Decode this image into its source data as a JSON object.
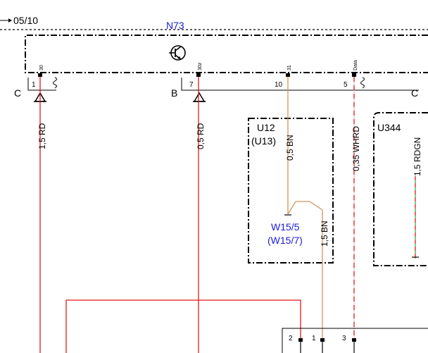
{
  "page_ref": "05/10",
  "module": {
    "name": "N73",
    "pins": [
      {
        "top": "30",
        "num": "1"
      },
      {
        "top": "30z",
        "num": "7"
      },
      {
        "top": "31",
        "num": "10"
      },
      {
        "top": "Data",
        "num": "5"
      }
    ]
  },
  "connectors": {
    "left": "C",
    "mid": "B",
    "right": "C"
  },
  "wires": {
    "w1": "1,5 RD",
    "w2": "0,5 RD",
    "w3": "0,5 BN",
    "w4": "1,5 BN",
    "w5": "0,35 WHRD",
    "w6": "1,5 RDGN"
  },
  "splice_box": {
    "name": "U12",
    "alt": "(U13)"
  },
  "splice": {
    "name": "W15/5",
    "alt": "(W15/7)"
  },
  "right_box": {
    "name": "U344"
  },
  "bottom_connector_pins": [
    "2",
    "1",
    "3"
  ],
  "colors": {
    "red_wire": "#e01818",
    "brown_wire": "#d2955a",
    "white_red_wire": "#e8a0a0",
    "rd_gn_wire": "#2fbf2f",
    "label_blue": "#1c1cd4"
  }
}
